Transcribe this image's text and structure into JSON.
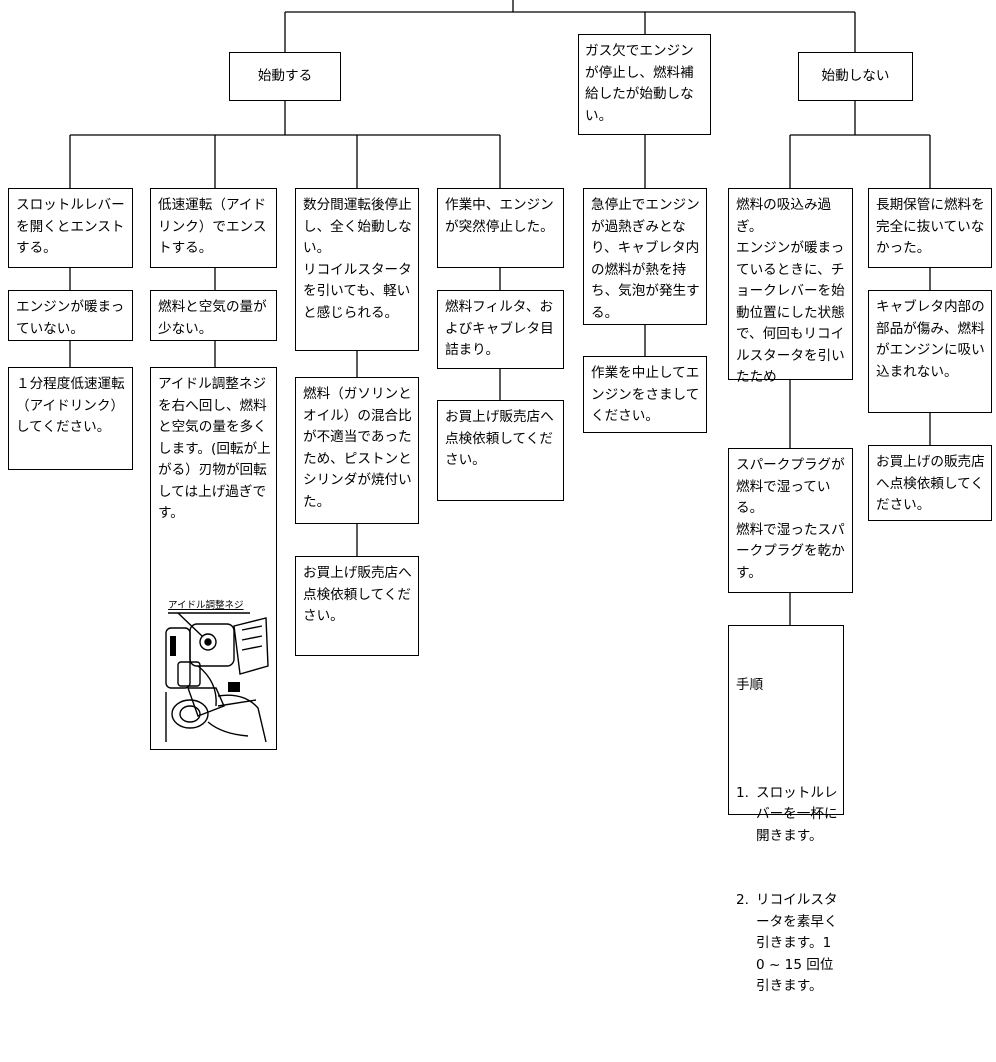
{
  "level1": {
    "starts": "始動する",
    "fuel_out": "ガス欠でエンジンが停止し、燃料補給したが始動しない。",
    "no_start": "始動しない"
  },
  "col1": {
    "symptom": "スロットルレバーを開くとエンストする。",
    "cause": "エンジンが暖まっていない。",
    "remedy": "１分程度低速運転（アイドリンク）してください。"
  },
  "col2": {
    "symptom": "低速運転（アイドリンク）でエンストする。",
    "cause": "燃料と空気の量が少ない。",
    "remedy": "アイドル調整ネジを右へ回し、燃料と空気の量を多くします。(回転が上がる）刃物が回転しては上げ過ぎです。",
    "illustration_label": "アイドル調整ネジ"
  },
  "col3": {
    "symptom": "数分間運転後停止し、全く始動しない。\nリコイルスタータを引いても、軽いと感じられる。",
    "cause": "燃料（ガソリンとオイル）の混合比が不適当であったため、ピストンとシリンダが焼付いた。",
    "remedy": "お買上げ販売店へ点検依頼してください。"
  },
  "col4": {
    "symptom": "作業中、エンジンが突然停止した。",
    "cause": "燃料フィルタ、およびキャブレタ目詰まり。",
    "remedy": "お買上げ販売店へ点検依頼してください。"
  },
  "col5": {
    "cause": "急停止でエンジンが過熱ぎみとなり、キャブレタ内の燃料が熱を持ち、気泡が発生する。",
    "remedy": "作業を中止してエンジンをさましてください。"
  },
  "col6": {
    "cause": "燃料の吸込み過ぎ。\nエンジンが暖まっているときに、チョークレバーを始動位置にした状態で、何回もリコイルスタータを引いたため",
    "result": "スパークプラグが燃料で湿っている。\n燃料で湿ったスパークプラグを乾かす。",
    "steps_title": "手順",
    "steps": [
      {
        "num": "1.",
        "text": "スロットルレバーを一杯に開きます。"
      },
      {
        "num": "2.",
        "text": "リコイルスタータを素早く引きます。10 ~ 15 回位引きます。"
      }
    ]
  },
  "col7": {
    "symptom": "長期保管に燃料を完全に抜いていなかった。",
    "cause": "キャブレタ内部の部品が傷み、燃料がエンジンに吸い込まれない。",
    "remedy": "お買上げの販売店へ点検依頼してください。"
  }
}
